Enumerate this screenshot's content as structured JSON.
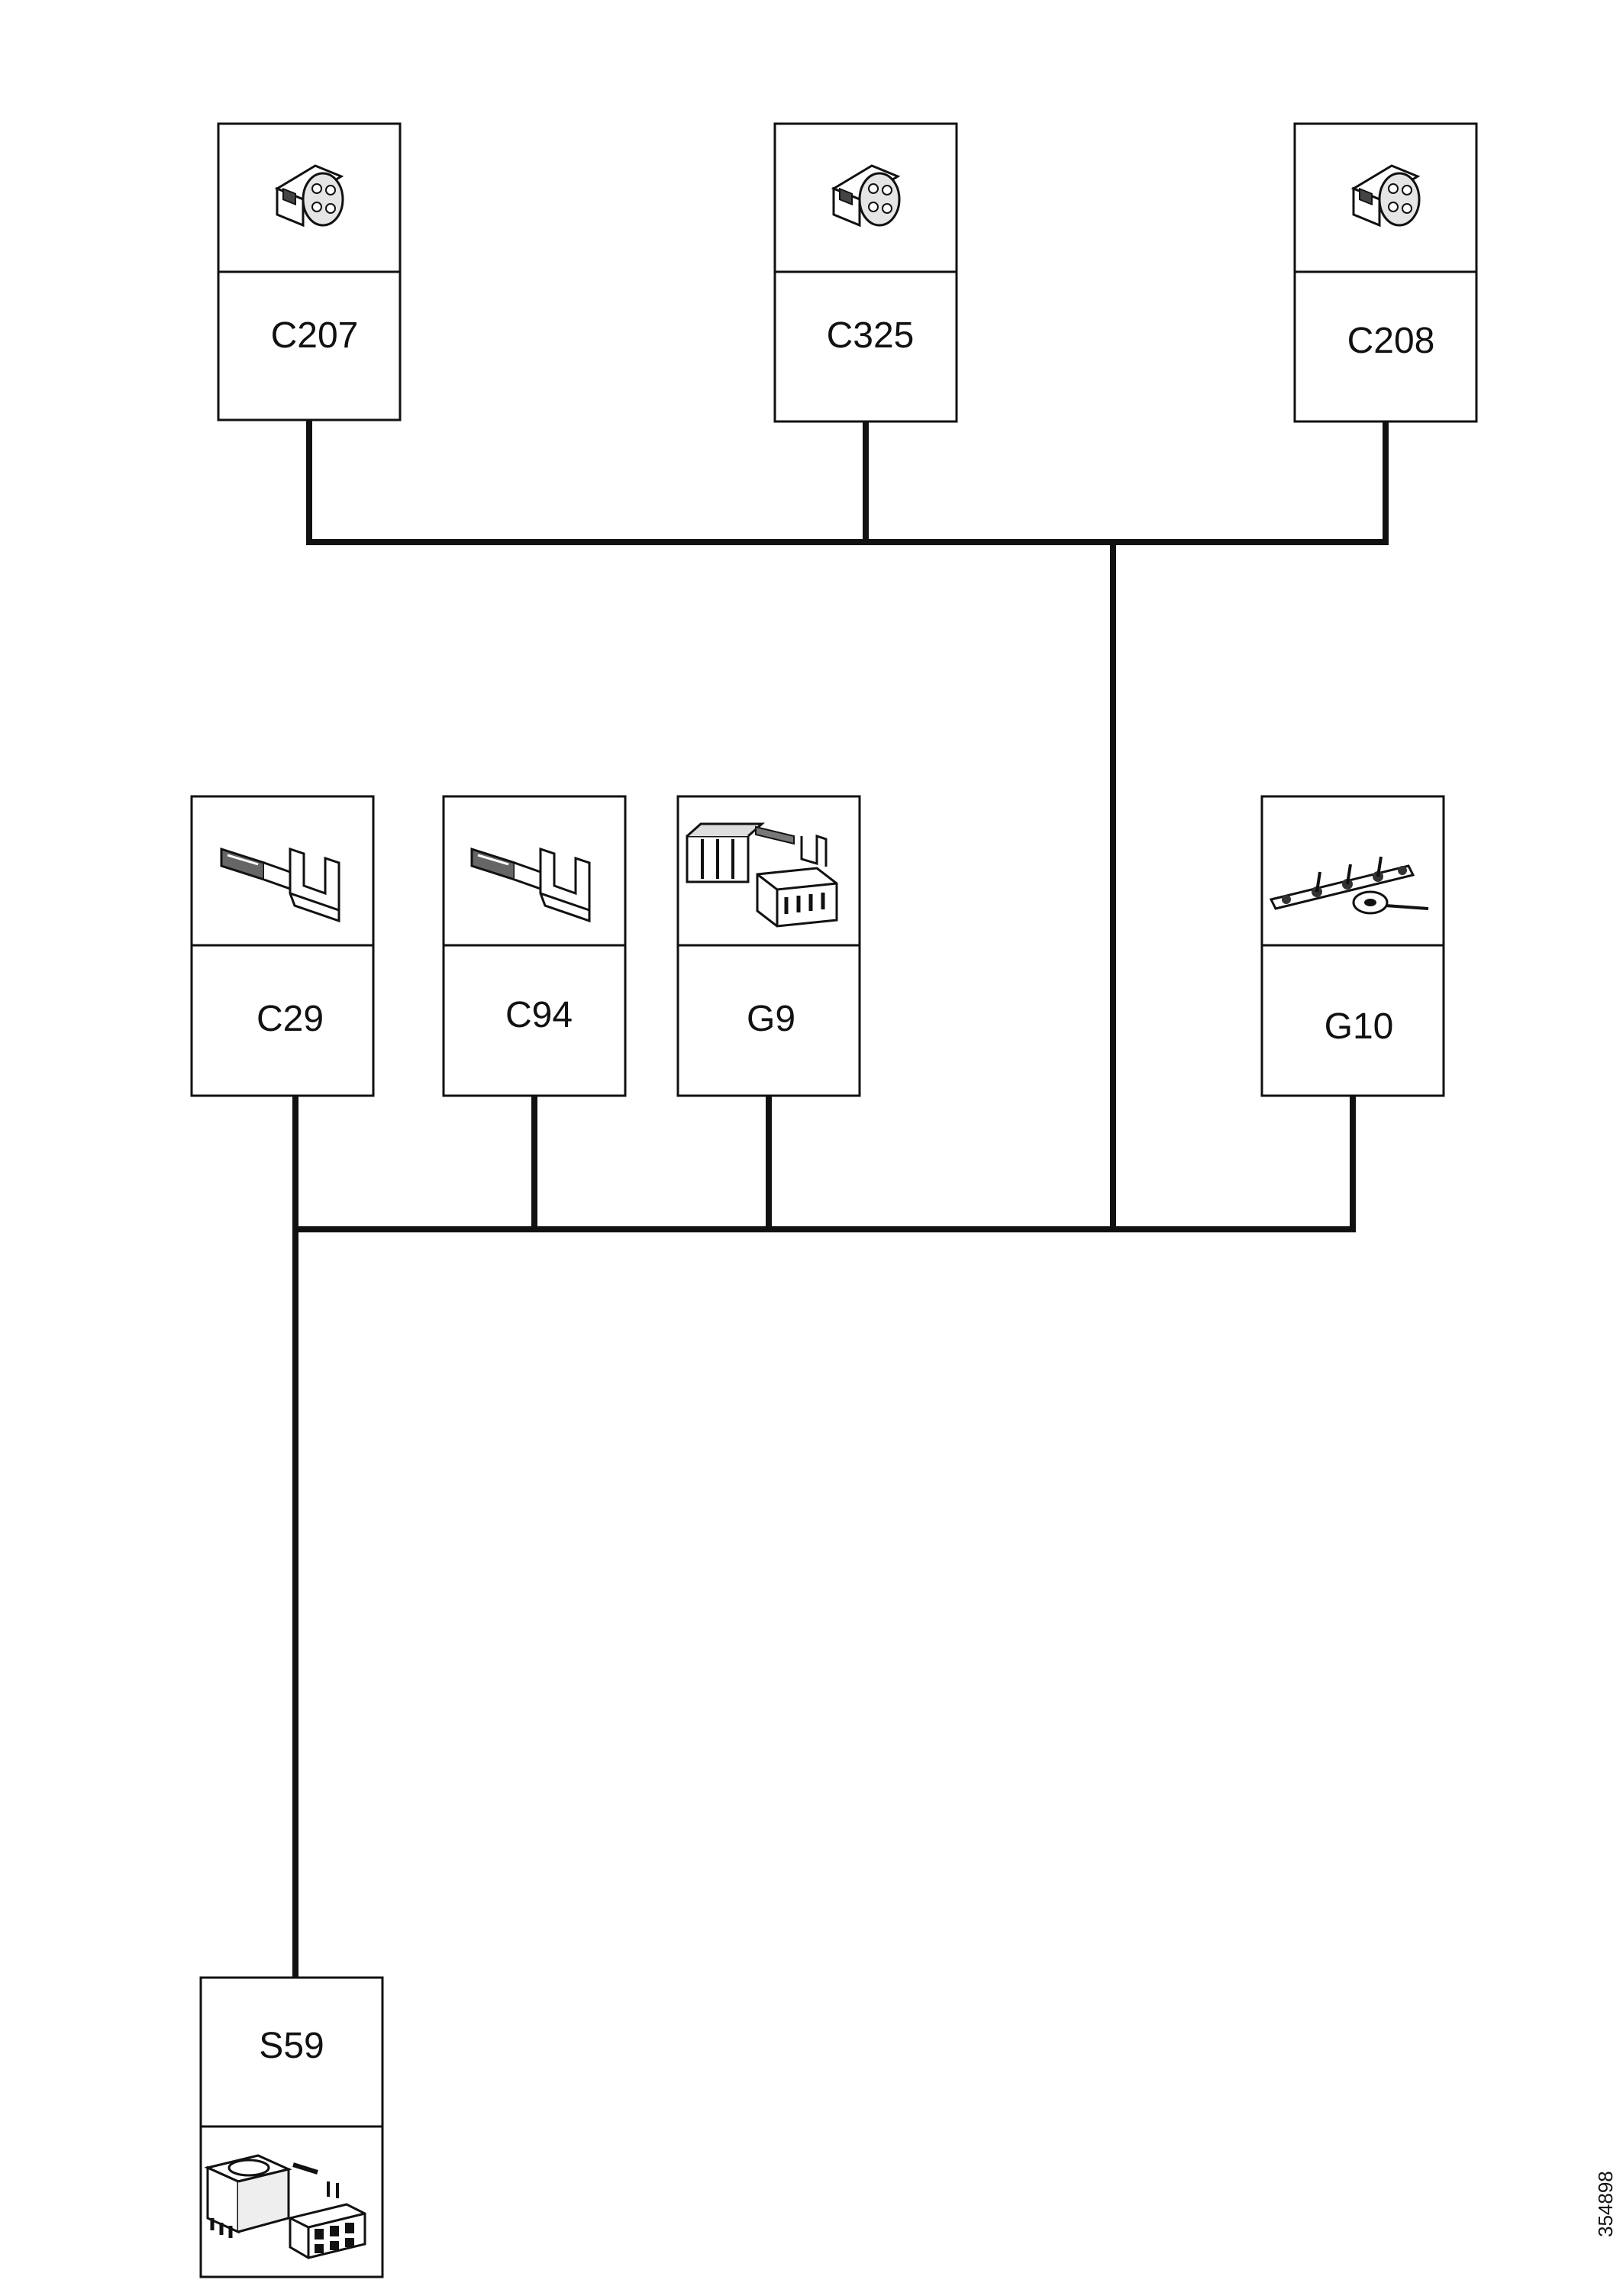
{
  "components": [
    {
      "id": "c207",
      "label": "C207",
      "icon": "round-connector-icon"
    },
    {
      "id": "c325",
      "label": "C325",
      "icon": "round-connector-icon"
    },
    {
      "id": "c208",
      "label": "C208",
      "icon": "round-connector-icon"
    },
    {
      "id": "c29",
      "label": "C29",
      "icon": "terminal-pin-icon"
    },
    {
      "id": "c94",
      "label": "C94",
      "icon": "terminal-pin-icon"
    },
    {
      "id": "g9",
      "label": "G9",
      "icon": "multi-pin-connector-icon"
    },
    {
      "id": "g10",
      "label": "G10",
      "icon": "ground-strip-icon"
    },
    {
      "id": "s59",
      "label": "S59",
      "icon": "switch-with-connector-icon"
    }
  ],
  "document_id": "354898",
  "colors": {
    "line": "#111111",
    "background": "#ffffff"
  }
}
